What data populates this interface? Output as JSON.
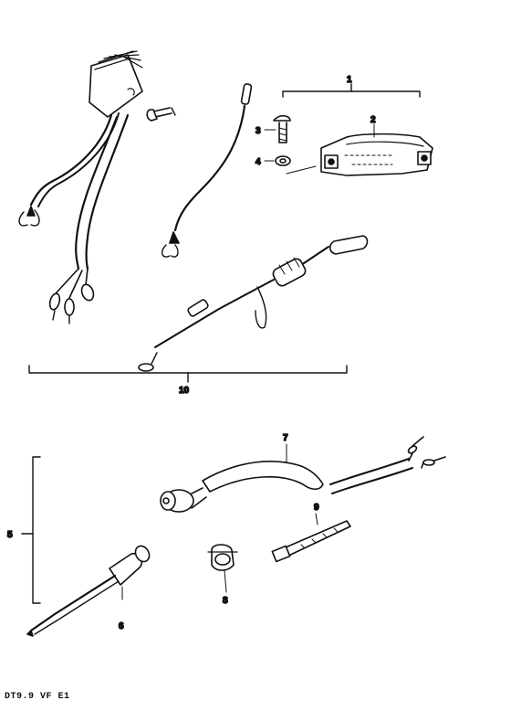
{
  "callouts": {
    "c1": "1",
    "c2": "2",
    "c3": "3",
    "c4": "4",
    "c5": "5",
    "c6": "6",
    "c7": "7",
    "c8": "8",
    "c9": "9",
    "c10": "10"
  },
  "footer": {
    "model_code": "DT9.9  VF  E1"
  },
  "icons": {
    "regulator": "rectifier-regulator-icon",
    "stator": "stator-coil-icon",
    "harness": "wire-harness-icon",
    "cable": "cable-icon",
    "connector": "connector-icon",
    "clamp": "clamp-icon"
  }
}
